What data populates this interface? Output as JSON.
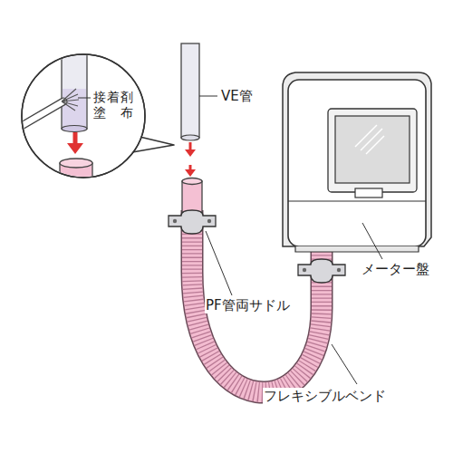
{
  "diagram": {
    "labels": [
      "接着剤 塗布",
      "VE管",
      "メーター盤",
      "PF管両サドル",
      "フレキシブルベンド"
    ]
  }
}
